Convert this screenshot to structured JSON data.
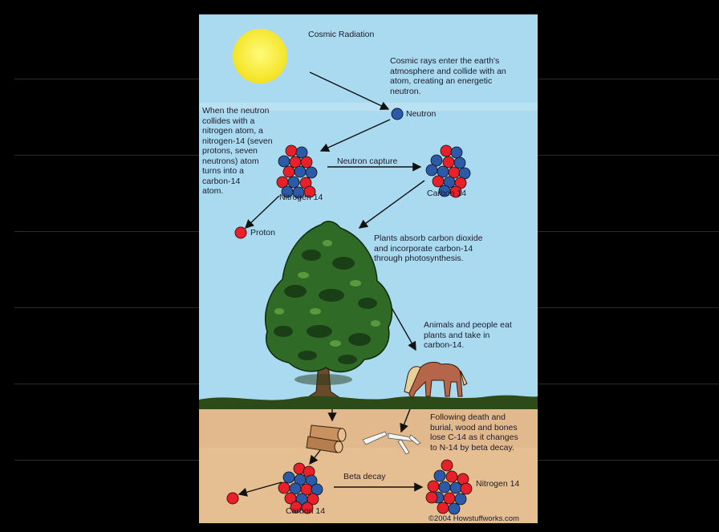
{
  "diagram": {
    "cosmic_radiation": "Cosmic Radiation",
    "cosmic_rays_text": "Cosmic rays enter the earth's\natmosphere and collide with an\natom, creating an energetic\nneutron.",
    "neutron": "Neutron",
    "neutron_collides_text": "When the neutron\ncollides with a\nnitrogen atom, a\nnitrogen-14 (seven\nprotons, seven\nneutrons) atom\nturns into a\ncarbon-14\natom.",
    "neutron_capture": "Neutron capture",
    "nitrogen14_top": "Nitrogen 14",
    "carbon14_top": "Carbon 14",
    "proton": "Proton",
    "plants_text": "Plants absorb carbon dioxide\nand incorporate carbon-14\nthrough photosynthesis.",
    "animals_text": "Animals and people eat\nplants and take in\ncarbon-14.",
    "death_text": "Following death and\nburial, wood and bones\nlose C-14 as it changes\nto N-14 by beta decay.",
    "beta_decay": "Beta decay",
    "carbon14_bottom": "Carbon 14",
    "nitrogen14_bottom": "Nitrogen 14",
    "copyright": "©2004 Howstuffworks.com"
  },
  "colors": {
    "sky": "#a9daf0",
    "soil": "#e2b98c",
    "sun": "#f6ee3c",
    "proton": "#e8202a",
    "neutron": "#2c5aa8",
    "tree_leaf": "#2f6b27",
    "horse": "#b5664a"
  }
}
